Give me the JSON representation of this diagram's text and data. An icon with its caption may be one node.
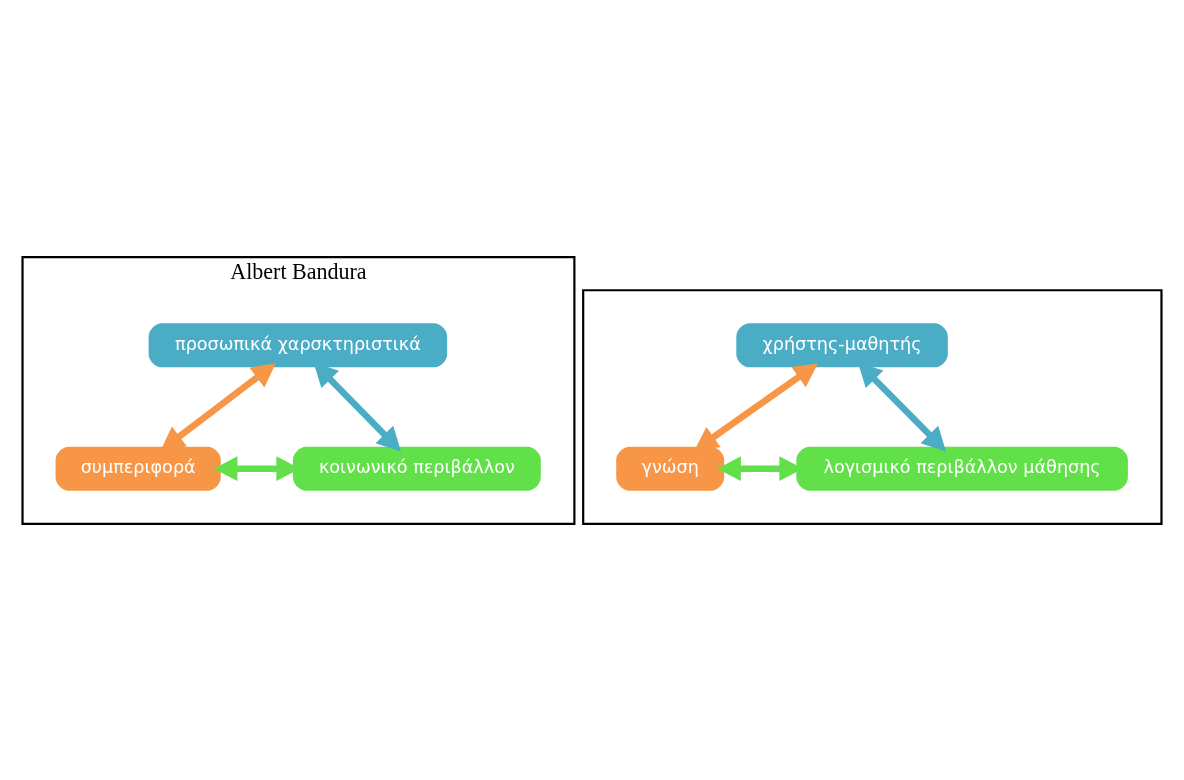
{
  "diagram": {
    "nodes": [
      {
        "text": [
          "Albert Bandura"
        ]
      },
      {
        "text": [
          "προσωπικά χαρσκτηριστικά"
        ],
        "in": 0
      },
      {
        "text": [
          "συμπεριφορά"
        ],
        "in": 0
      },
      {
        "text": [
          "κοινωνικό περιβάλλον"
        ],
        "in": 0
      },
      {
        "text": [],
        "shape": "box"
      },
      {
        "text": [
          "χρήστης-μαθητής"
        ],
        "in": 4
      },
      {
        "text": [
          "γνώση"
        ],
        "in": 4
      },
      {
        "text": [
          "λογισμικό περιβάλλον μάθησης"
        ],
        "in": 4
      }
    ],
    "edges": [
      {
        "from": 1,
        "to": 2,
        "arrow": "both",
        "color": "#f79646"
      },
      {
        "from": 1,
        "to": 3,
        "arrow": "both",
        "color": "#4bacc6"
      },
      {
        "from": 2,
        "to": 3,
        "arrow": "both",
        "color": "#62e04a"
      },
      {
        "from": 5,
        "to": 6,
        "arrow": "both",
        "color": "#f79646"
      },
      {
        "from": 5,
        "to": 7,
        "arrow": "both",
        "color": "#4bacc6"
      },
      {
        "from": 6,
        "to": 7,
        "arrow": "both",
        "color": "#62e04a"
      }
    ]
  }
}
